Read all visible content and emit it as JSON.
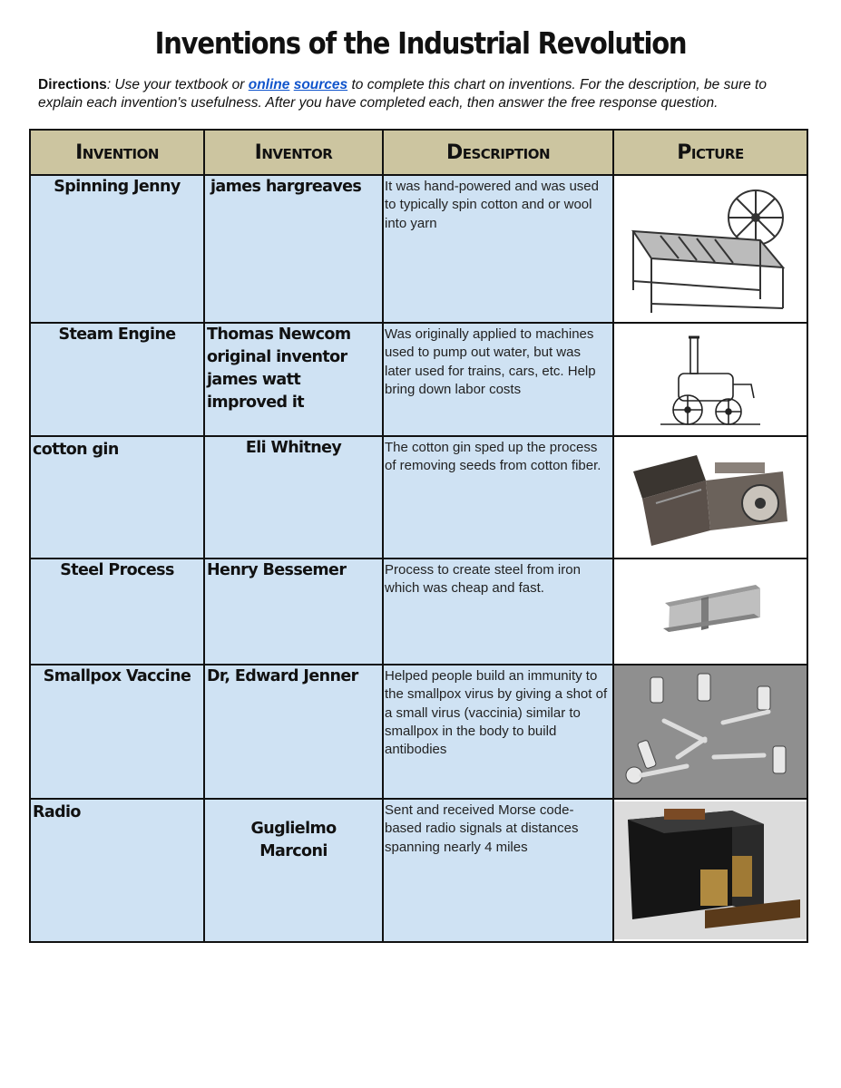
{
  "title": "Inventions of the Industrial Revolution",
  "directions": {
    "label": "Directions",
    "text_before": ": Use your textbook or ",
    "link1": "online",
    "link2": "sources",
    "text_after": " to complete this chart on inventions. For the description, be sure to explain each invention's usefulness. After you have completed each, then answer the free response question."
  },
  "table": {
    "headers": [
      "Invention",
      "Inventor",
      "Description",
      "Picture"
    ],
    "rows": [
      {
        "invention": "Spinning Jenny",
        "inventor": "james hargreaves",
        "description": "It was hand-powered and was used to typically spin cotton and or wool into yarn",
        "picture": "spinning-jenny-drawing"
      },
      {
        "invention": "Steam Engine",
        "inventor": "Thomas Newcom original inventor james watt improved it",
        "description": "Was originally applied to machines used to pump out water, but was later used for trains, cars, etc. Help bring down labor costs",
        "picture": "steam-engine-drawing"
      },
      {
        "invention": "cotton gin",
        "inventor": "Eli Whitney",
        "description": "The cotton gin sped up the process of removing seeds from cotton fiber.",
        "picture": "cotton-gin-photo"
      },
      {
        "invention": "Steel Process",
        "inventor": "Henry Bessemer",
        "description": "Process to create steel from iron which was cheap and fast.",
        "picture": "steel-beam-image"
      },
      {
        "invention": "Smallpox Vaccine",
        "inventor": "Dr, Edward Jenner",
        "description": " Helped people build an immunity to the smallpox virus by giving a shot of a small virus (vaccinia) similar to smallpox in the body to build antibodies",
        "picture": "vaccine-vials-photo"
      },
      {
        "invention": "Radio",
        "inventor": "Guglielmo Marconi",
        "description": "Sent and received Morse code-based radio signals at distances spanning nearly 4 miles",
        "picture": "radio-device-photo"
      }
    ]
  }
}
